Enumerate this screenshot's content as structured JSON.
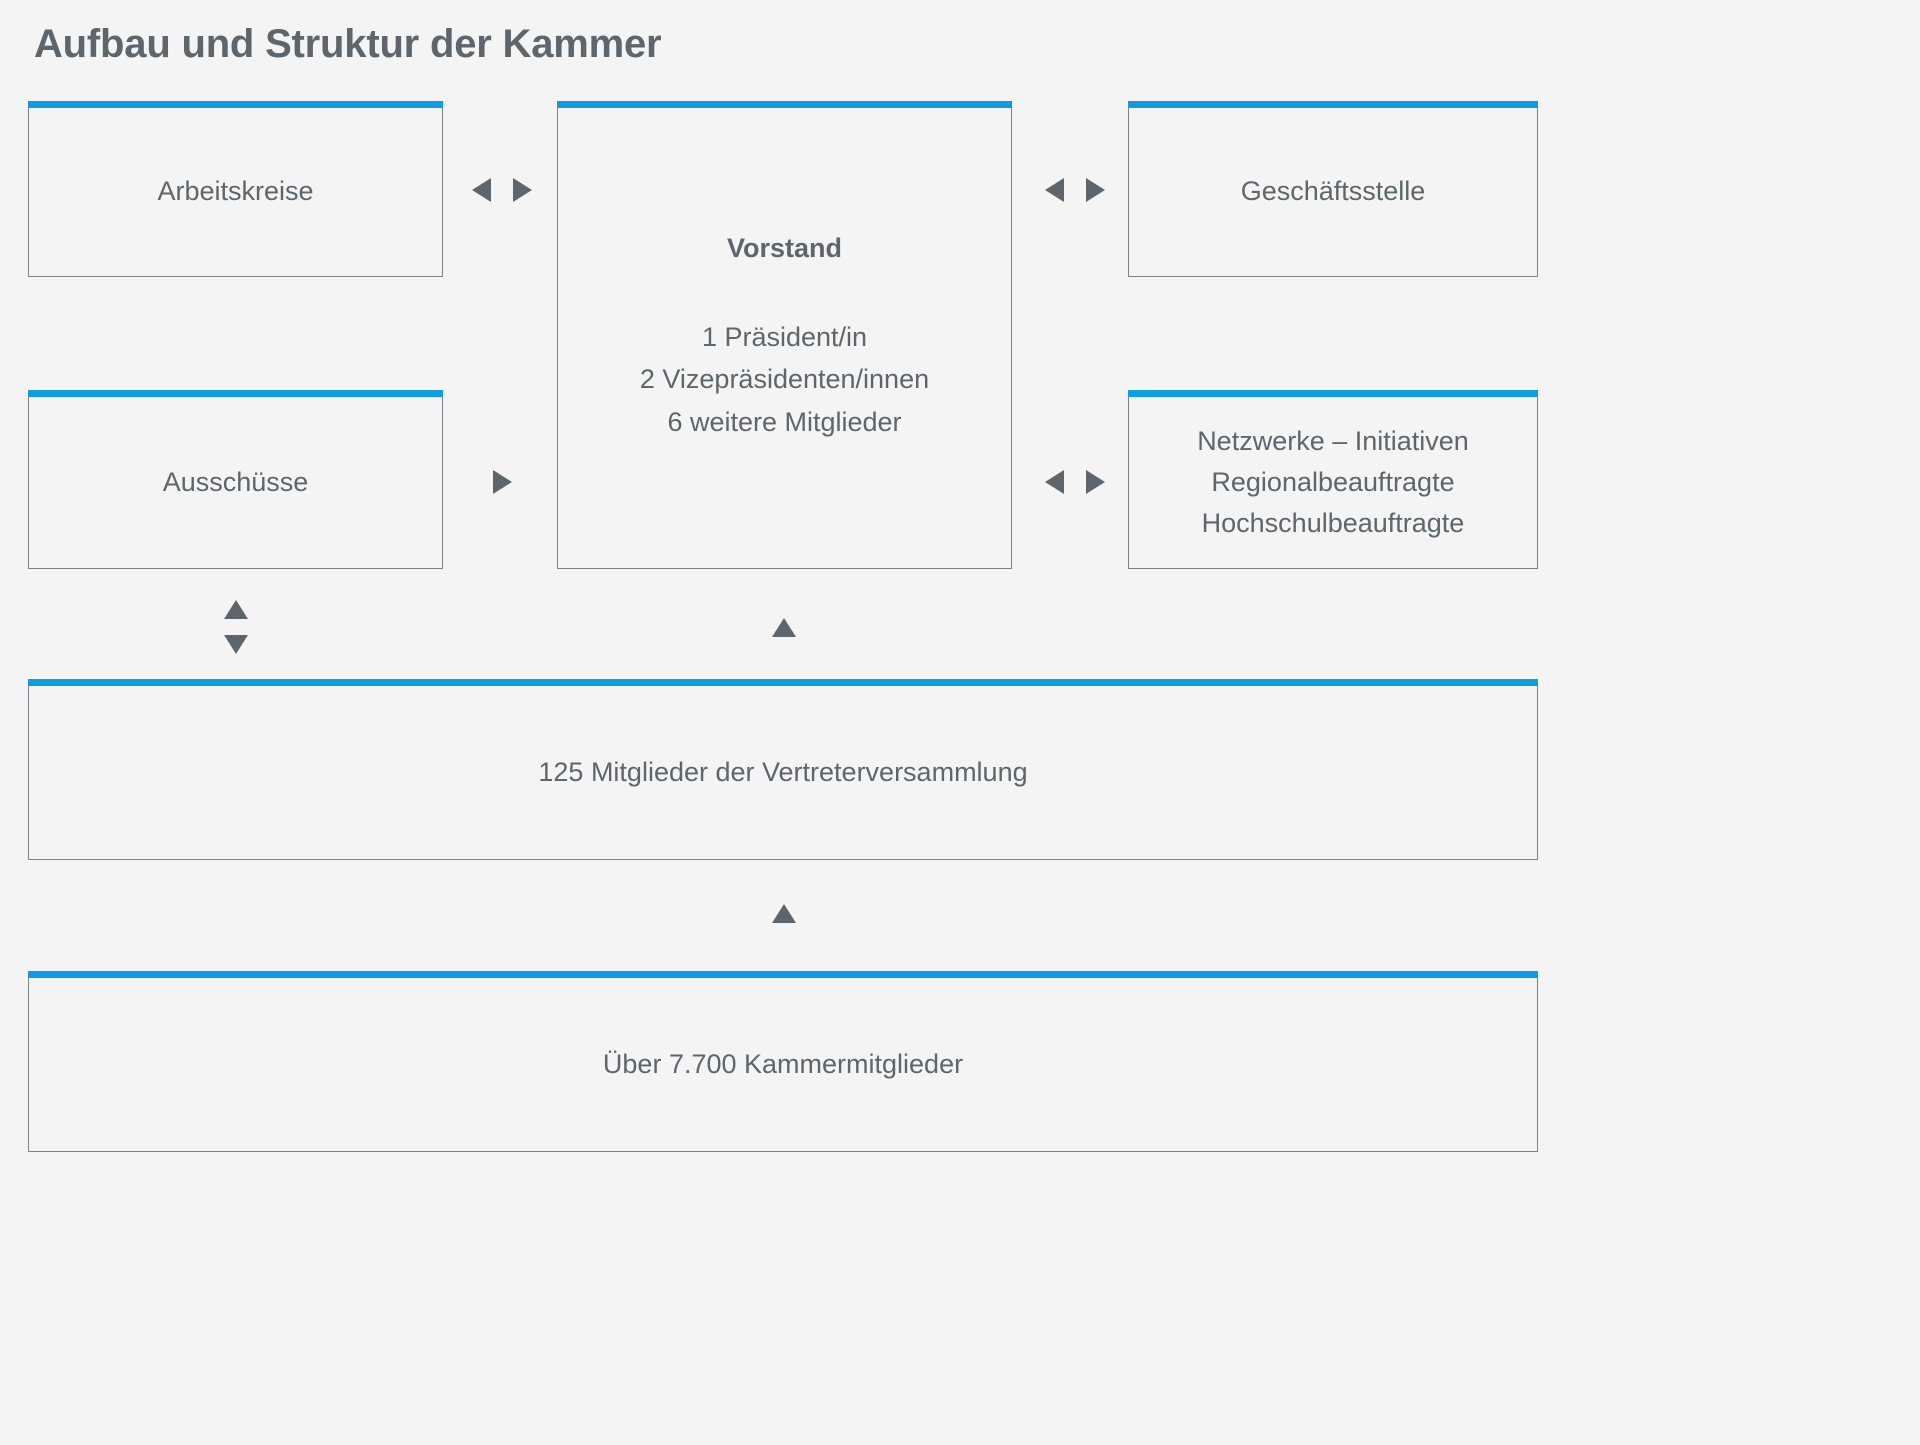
{
  "title": "Aufbau und Struktur der Kammer",
  "colors": {
    "accent": "#0f9ce0",
    "text": "#5c666c",
    "border": "#7a848a",
    "background": "#f4f4f4"
  },
  "boxes": {
    "arbeitskreise": {
      "label": "Arbeitskreise"
    },
    "geschaeftsstelle": {
      "label": "Geschäftsstelle"
    },
    "ausschuesse": {
      "label": "Ausschüsse"
    },
    "netzwerke": {
      "label": "Netzwerke – Initiativen\nRegionalbeauftragte\nHochschulbeauftragte"
    },
    "vorstand": {
      "heading": "Vorstand",
      "lines": [
        "1 Präsident/in",
        "2 Vizepräsidenten/innen",
        "6 weitere Mitglieder"
      ]
    },
    "vertreterversammlung": {
      "label": "125 Mitglieder der Vertreterversammlung"
    },
    "kammermitglieder": {
      "label": "Über 7.700 Kammermitglieder"
    }
  },
  "connectors": [
    {
      "id": "arbeitskreise-vorstand",
      "direction": "bidirectional-horizontal"
    },
    {
      "id": "vorstand-geschaeftsstelle",
      "direction": "bidirectional-horizontal"
    },
    {
      "id": "ausschuesse-vorstand",
      "direction": "right"
    },
    {
      "id": "vorstand-netzwerke",
      "direction": "bidirectional-horizontal"
    },
    {
      "id": "ausschuesse-vertreterversammlung",
      "direction": "bidirectional-vertical"
    },
    {
      "id": "vertreterversammlung-vorstand",
      "direction": "up"
    },
    {
      "id": "kammermitglieder-vertreterversammlung",
      "direction": "up"
    }
  ]
}
